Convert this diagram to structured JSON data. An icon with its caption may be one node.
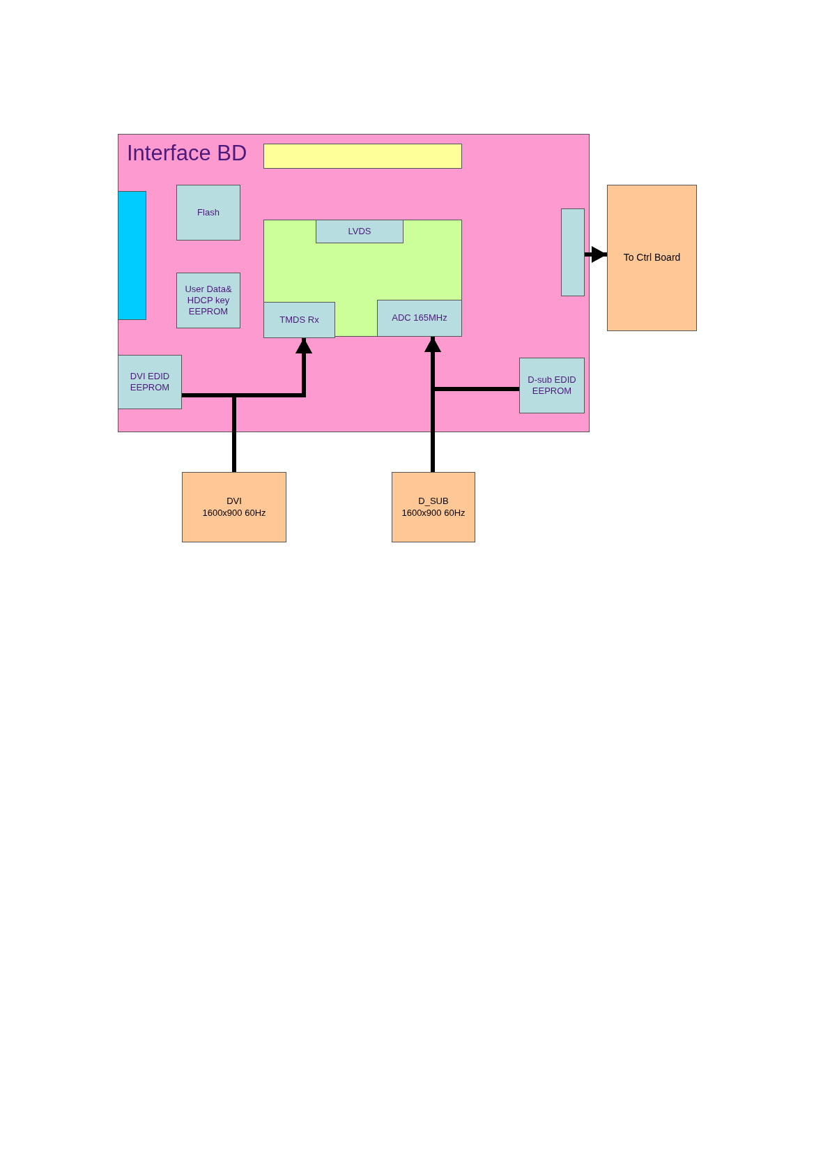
{
  "diagram": {
    "nodes": [
      {
        "text": [
          "Interface BD"
        ]
      },
      {
        "text": [],
        "shape": "box",
        "in": 0
      },
      {
        "text": [],
        "shape": "box",
        "in": 0
      },
      {
        "text": [
          "Flash"
        ],
        "in": 0
      },
      {
        "text": [],
        "shape": "box",
        "in": 0
      },
      {
        "text": [
          "LVDS"
        ],
        "in": 4
      },
      {
        "text": [
          "User Data& HDCP key EEPROM"
        ],
        "in": 0
      },
      {
        "text": [
          "TMDS Rx"
        ],
        "in": 4
      },
      {
        "text": [
          "ADC 165MHz"
        ],
        "in": 4
      },
      {
        "text": [],
        "shape": "box",
        "in": 0
      },
      {
        "text": [
          "DVI EDID EEPROM"
        ],
        "in": 0
      },
      {
        "text": [
          "D-sub EDID EEPROM"
        ],
        "in": 0
      },
      {
        "text": [
          "To Ctrl Board"
        ]
      },
      {
        "text": [
          "DVI",
          "1600x900 60Hz"
        ]
      },
      {
        "text": [
          "D_SUB",
          "1600x900 60Hz"
        ]
      }
    ],
    "edges": [
      {
        "from": 13,
        "to": 7,
        "arrow": "to"
      },
      {
        "from": 10,
        "to": 7,
        "arrow": "to"
      },
      {
        "from": 14,
        "to": 8,
        "arrow": "to"
      },
      {
        "from": 11,
        "to": 8,
        "arrow": "to"
      },
      {
        "from": 9,
        "to": 12,
        "arrow": "to"
      }
    ]
  }
}
